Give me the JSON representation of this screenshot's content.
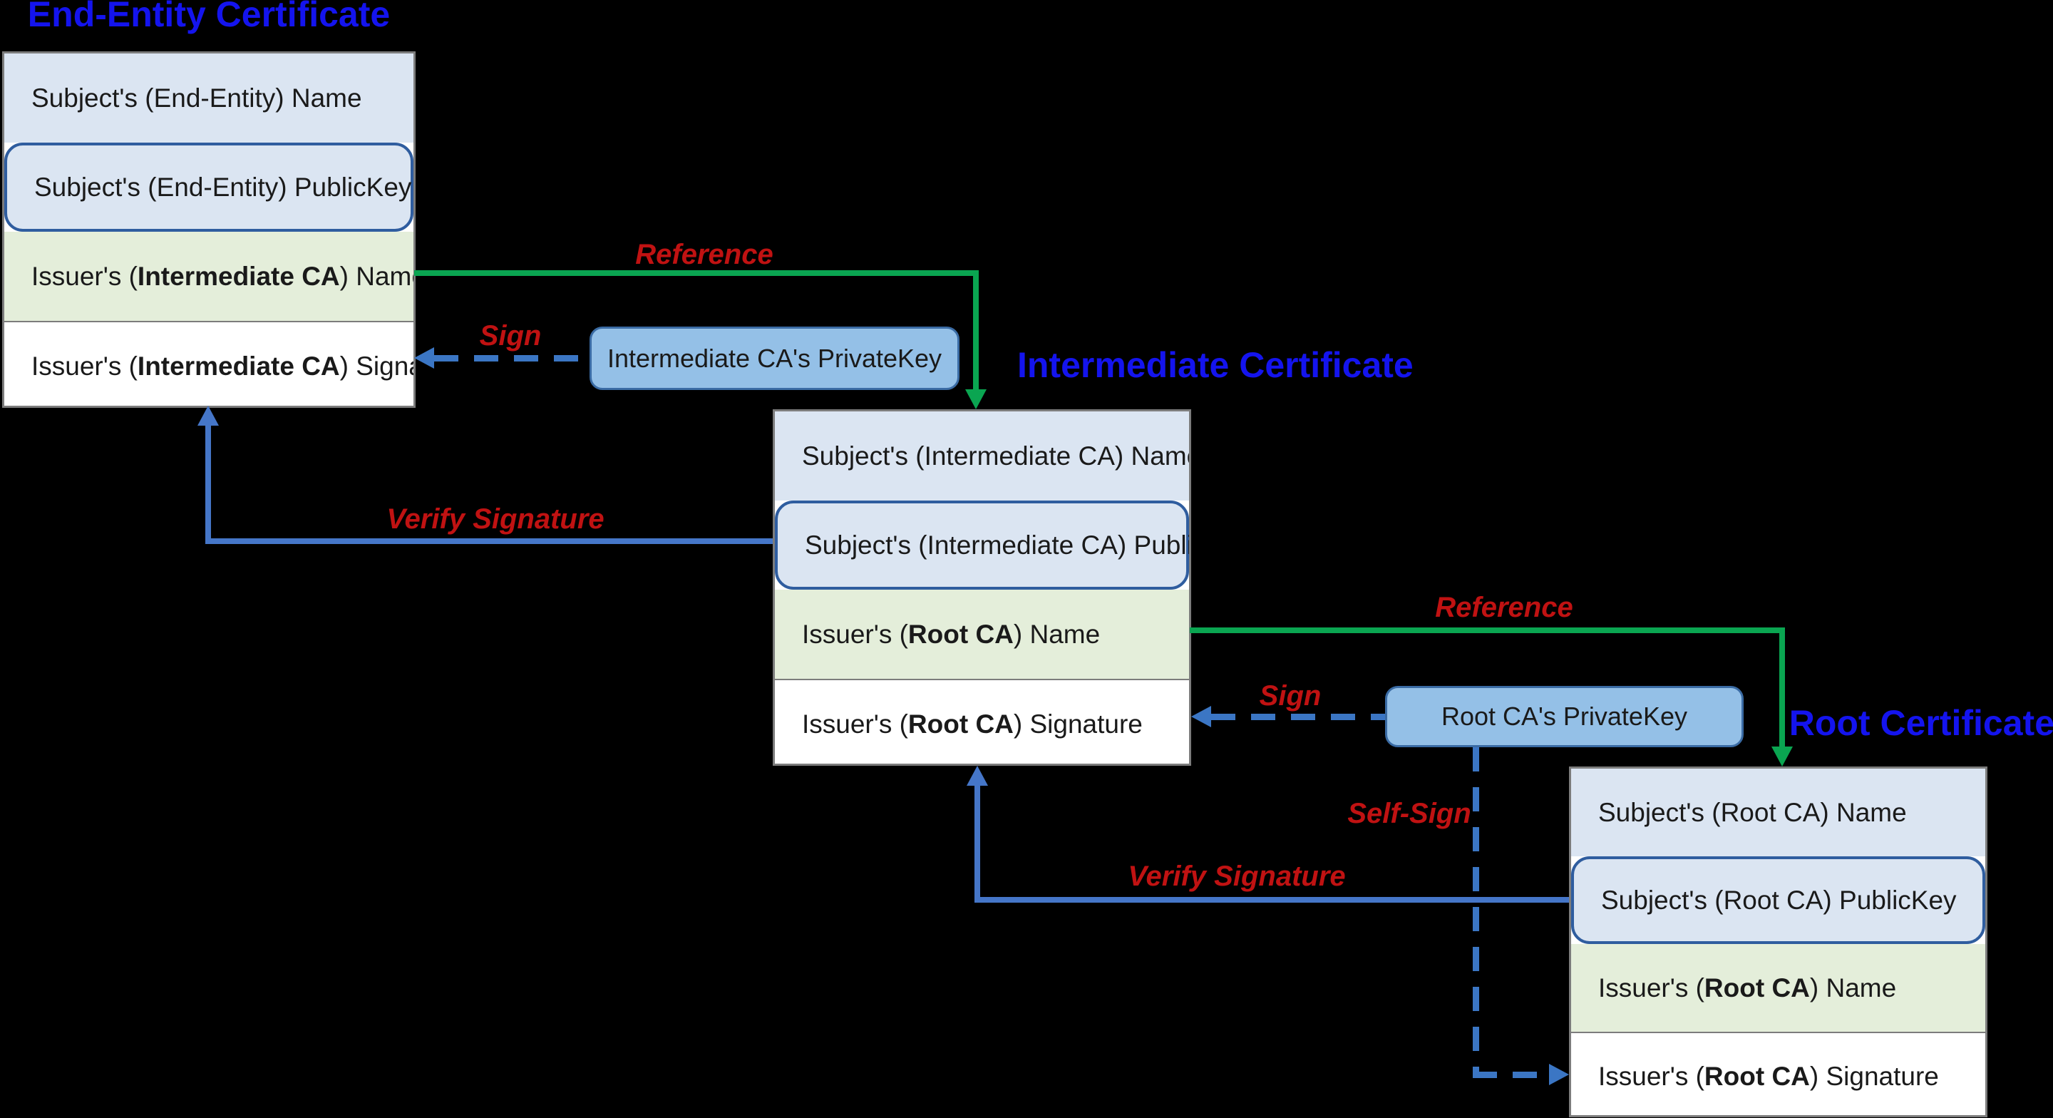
{
  "diagram": {
    "titles": {
      "end_entity": "End-Entity Certificate",
      "intermediate": "Intermediate Certificate",
      "root": "Root Certificate"
    },
    "end_entity_cert": {
      "rows": {
        "subject_name": "Subject's (End-Entity) Name",
        "subject_pubkey": "Subject's (End-Entity) PublicKey",
        "issuer_name_pre": "Issuer's (",
        "issuer_name_bold": "Intermediate CA",
        "issuer_name_post": ") Name",
        "issuer_sig_pre": "Issuer's (",
        "issuer_sig_bold": "Intermediate CA",
        "issuer_sig_post": ") Signature"
      }
    },
    "intermediate_cert": {
      "rows": {
        "subject_name": "Subject's (Intermediate CA) Name",
        "subject_pubkey": "Subject's (Intermediate CA) PublicKey",
        "issuer_name_pre": "Issuer's (",
        "issuer_name_bold": "Root CA",
        "issuer_name_post": ") Name",
        "issuer_sig_pre": "Issuer's (",
        "issuer_sig_bold": "Root CA",
        "issuer_sig_post": ") Signature"
      }
    },
    "root_cert": {
      "rows": {
        "subject_name": "Subject's (Root CA) Name",
        "subject_pubkey": "Subject's (Root CA) PublicKey",
        "issuer_name_pre": "Issuer's (",
        "issuer_name_bold": "Root CA",
        "issuer_name_post": ") Name",
        "issuer_sig_pre": "Issuer's (",
        "issuer_sig_bold": "Root CA",
        "issuer_sig_post": ") Signature"
      }
    },
    "keys": {
      "intermediate_private_key": "Intermediate CA's PrivateKey",
      "root_private_key": "Root CA's PrivateKey"
    },
    "arrows": {
      "reference_end_to_intermediate": "Reference",
      "sign_intermediate": "Sign",
      "verify_end_entity": "Verify Signature",
      "reference_intermediate_to_root": "Reference",
      "sign_root": "Sign",
      "verify_intermediate": "Verify Signature",
      "self_sign_root": "Self-Sign"
    },
    "colors": {
      "background": "#000000",
      "title_blue": "#1414ee",
      "label_red": "#c01212",
      "reference_green": "#0aa551",
      "verify_blue": "#4576c8",
      "sign_dashed_blue": "#3b76c4",
      "row_light_blue": "#dbe5f2",
      "row_light_green": "#e4eeda",
      "row_white": "#ffffff",
      "private_key_fill": "#94c0e7",
      "private_key_border": "#3a6ba4",
      "public_key_border": "#2f5d9f",
      "box_border": "#7c7c7c"
    }
  }
}
